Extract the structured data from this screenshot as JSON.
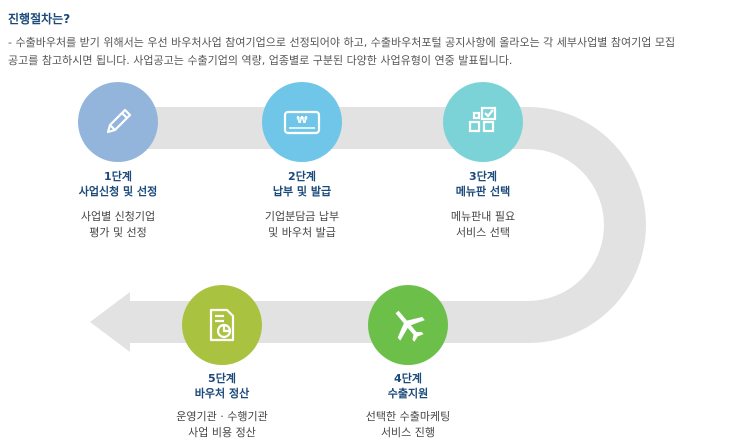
{
  "header": {
    "title": "진행절차는?",
    "desc_line1": "- 수출바우처를 받기 위해서는 우선 바우처사업 참여기업으로 선정되어야 하고, 수출바우처포털 공지사항에 올라오는 각 세부사업별 참여기업 모집",
    "desc_line2": "공고를 참고하시면 됩니다. 사업공고는 수출기업의 역량, 업종별로 구분된 다양한 사업유형이 연중 발표됩니다."
  },
  "colors": {
    "track": "#e2e2e2",
    "step1": "#93b5dc",
    "step2": "#6fc6e8",
    "step3": "#7bd3d7",
    "step4": "#6cc04a",
    "step5": "#a9c23f",
    "heading": "#1b4a7a"
  },
  "steps": [
    {
      "num": "1단계",
      "name": "사업신청 및 선정",
      "desc1": "사업별 신청기업",
      "desc2": "평가 및 선정",
      "icon": "pencil-icon"
    },
    {
      "num": "2단계",
      "name": "납부 및 발급",
      "desc1": "기업분담금 납부",
      "desc2": "및 바우처 발급",
      "icon": "voucher-card-icon",
      "icon_symbol": "₩"
    },
    {
      "num": "3단계",
      "name": "메뉴판 선택",
      "desc1": "메뉴판내 필요",
      "desc2": "서비스 선택",
      "icon": "menu-grid-check-icon"
    },
    {
      "num": "4단계",
      "name": "수출지원",
      "desc1": "선택한 수출마케팅",
      "desc2": "서비스 진행",
      "icon": "airplane-icon"
    },
    {
      "num": "5단계",
      "name": "바우처 정산",
      "desc1": "운영기관 · 수행기관",
      "desc2": "사업 비용 정산",
      "icon": "report-chart-icon"
    }
  ]
}
